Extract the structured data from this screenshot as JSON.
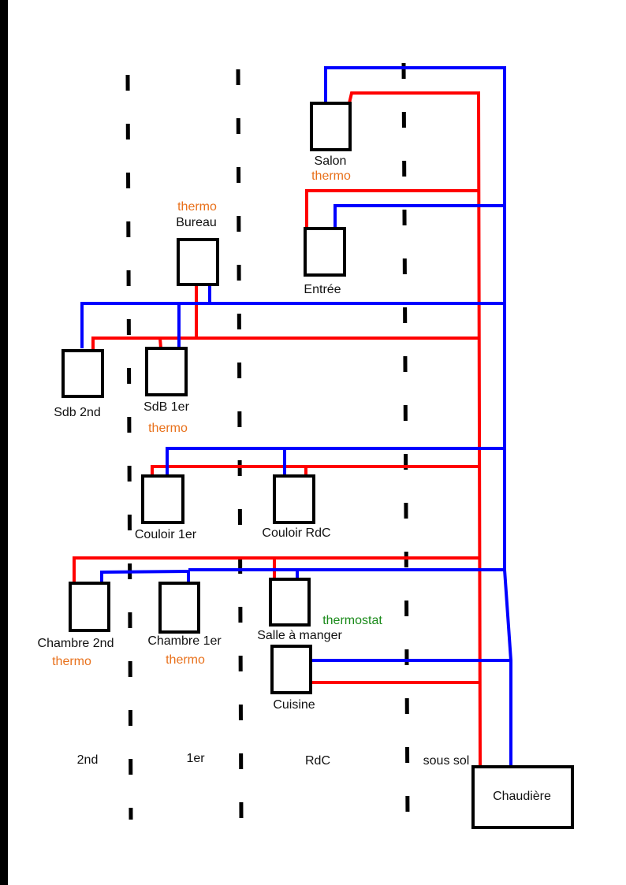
{
  "colors": {
    "supply": "#ff0000",
    "return": "#0000ff",
    "thermo": "#e8711c",
    "thermostat": "#1a8a1a"
  },
  "floors": [
    "2nd",
    "1er",
    "RdC",
    "sous sol"
  ],
  "rooms": {
    "salon": {
      "name": "Salon",
      "note": "thermo"
    },
    "entree": {
      "name": "Entrée"
    },
    "bureau": {
      "name": "Bureau",
      "note": "thermo"
    },
    "sdb2": {
      "name": "Sdb 2nd"
    },
    "sdb1": {
      "name": "SdB 1er",
      "note": "thermo"
    },
    "couloir1": {
      "name": "Couloir 1er"
    },
    "couloirrdc": {
      "name": "Couloir RdC"
    },
    "chambre2": {
      "name": "Chambre 2nd",
      "note": "thermo"
    },
    "chambre1": {
      "name": "Chambre 1er",
      "note": "thermo"
    },
    "salle": {
      "name": "Salle à manger",
      "note": "thermostat"
    },
    "cuisine": {
      "name": "Cuisine"
    }
  },
  "boiler": {
    "name": "Chaudière"
  }
}
